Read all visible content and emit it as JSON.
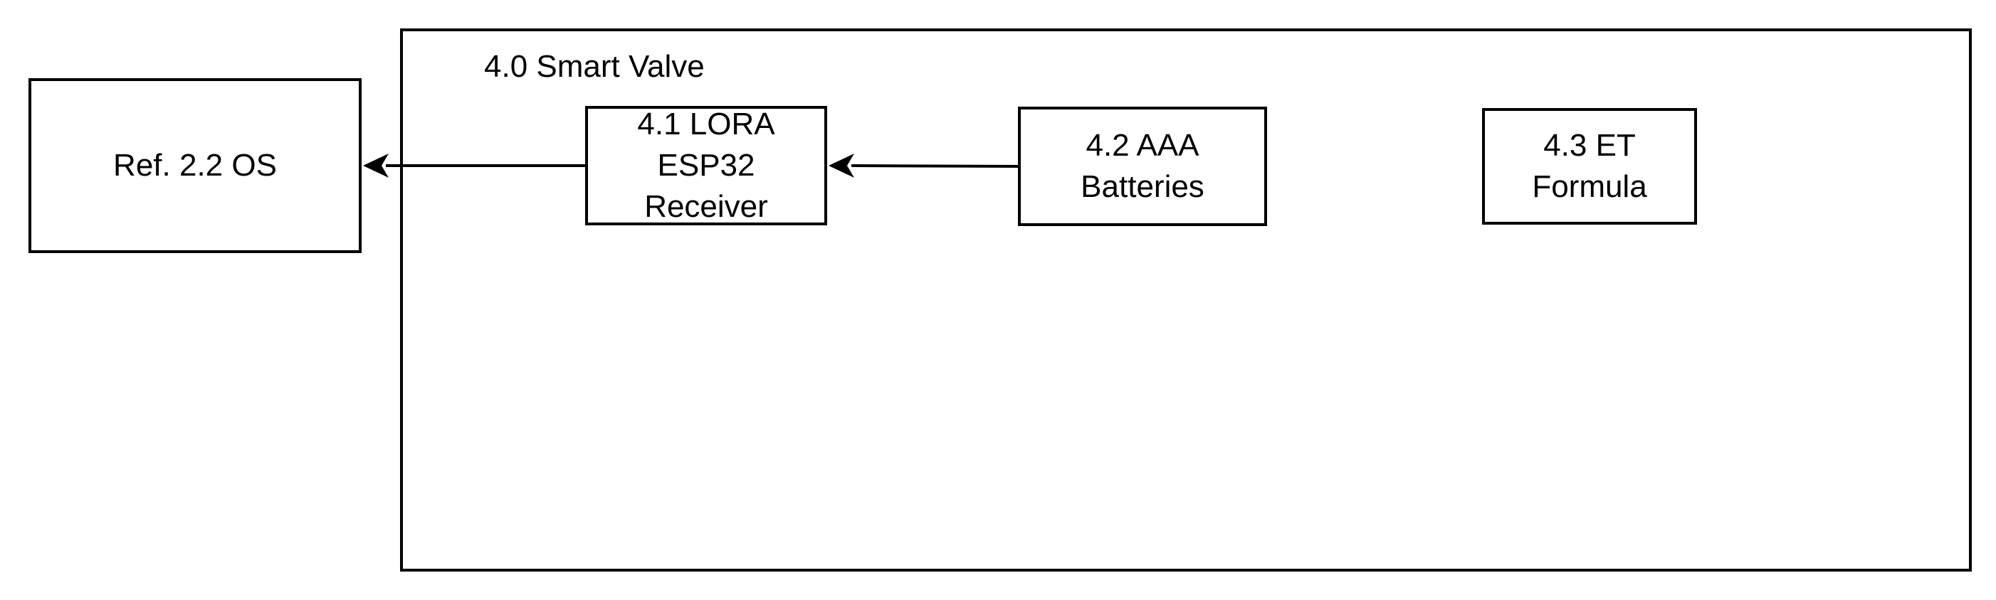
{
  "diagram": {
    "container": {
      "title": "4.0 Smart Valve"
    },
    "nodes": {
      "ref_os": {
        "label": "Ref. 2.2 OS"
      },
      "lora": {
        "label": "4.1 LORA\nESP32\nReceiver"
      },
      "batteries": {
        "label": "4.2 AAA\nBatteries"
      },
      "et_formula": {
        "label": "4.3 ET\nFormula"
      }
    },
    "edges": [
      {
        "from": "4.2 AAA Batteries",
        "to": "4.1 LORA ESP32 Receiver"
      },
      {
        "from": "4.1 LORA ESP32 Receiver",
        "to": "Ref. 2.2 OS"
      }
    ]
  }
}
